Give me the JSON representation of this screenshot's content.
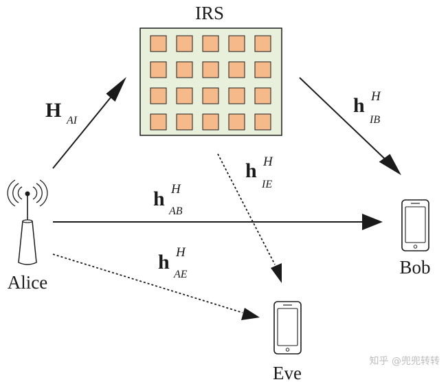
{
  "nodes": {
    "irs": {
      "label": "IRS"
    },
    "alice": {
      "label": "Alice"
    },
    "bob": {
      "label": "Bob"
    },
    "eve": {
      "label": "Eve"
    }
  },
  "links": {
    "alice_irs": {
      "main": "H",
      "sup": "",
      "sub": "AI"
    },
    "irs_bob": {
      "main": "h",
      "sup": "H",
      "sub": "IB"
    },
    "irs_eve": {
      "main": "h",
      "sup": "H",
      "sub": "IE"
    },
    "alice_bob": {
      "main": "h",
      "sup": "H",
      "sub": "AB"
    },
    "alice_eve": {
      "main": "h",
      "sup": "H",
      "sub": "AE"
    }
  },
  "irs_panel": {
    "rows": 4,
    "cols": 5
  },
  "colors": {
    "irs_fill": "#e8f0dc",
    "irs_element": "#f5b98a",
    "stroke": "#1a1a1a"
  },
  "watermark": "知乎 @兜兜转转"
}
